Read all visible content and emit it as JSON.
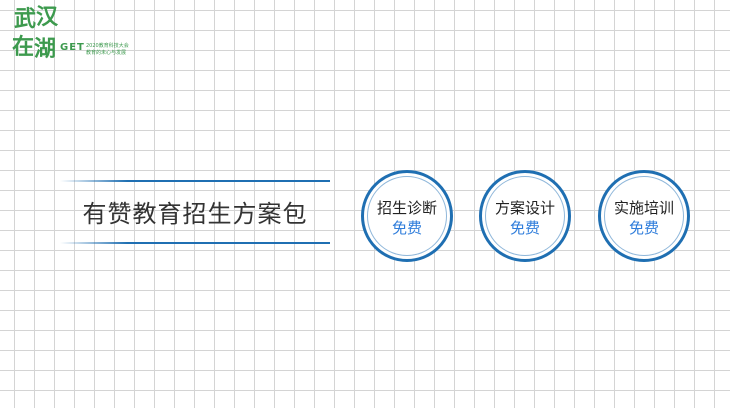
{
  "logo": {
    "calligraphy": [
      "武",
      "汉",
      "在",
      "湖"
    ],
    "brand": "GET",
    "line1": "2020教育科技大会",
    "line2": "教育的未心与发展"
  },
  "title": "有赞教育招生方案包",
  "circles": [
    {
      "label": "招生诊断",
      "sub": "免费"
    },
    {
      "label": "方案设计",
      "sub": "免费"
    },
    {
      "label": "实施培训",
      "sub": "免费"
    }
  ],
  "colors": {
    "accent": "#1f6fb2",
    "free_text": "#2f7ddb",
    "logo_green": "#3d9a4e",
    "grid": "#d4d4d4"
  }
}
